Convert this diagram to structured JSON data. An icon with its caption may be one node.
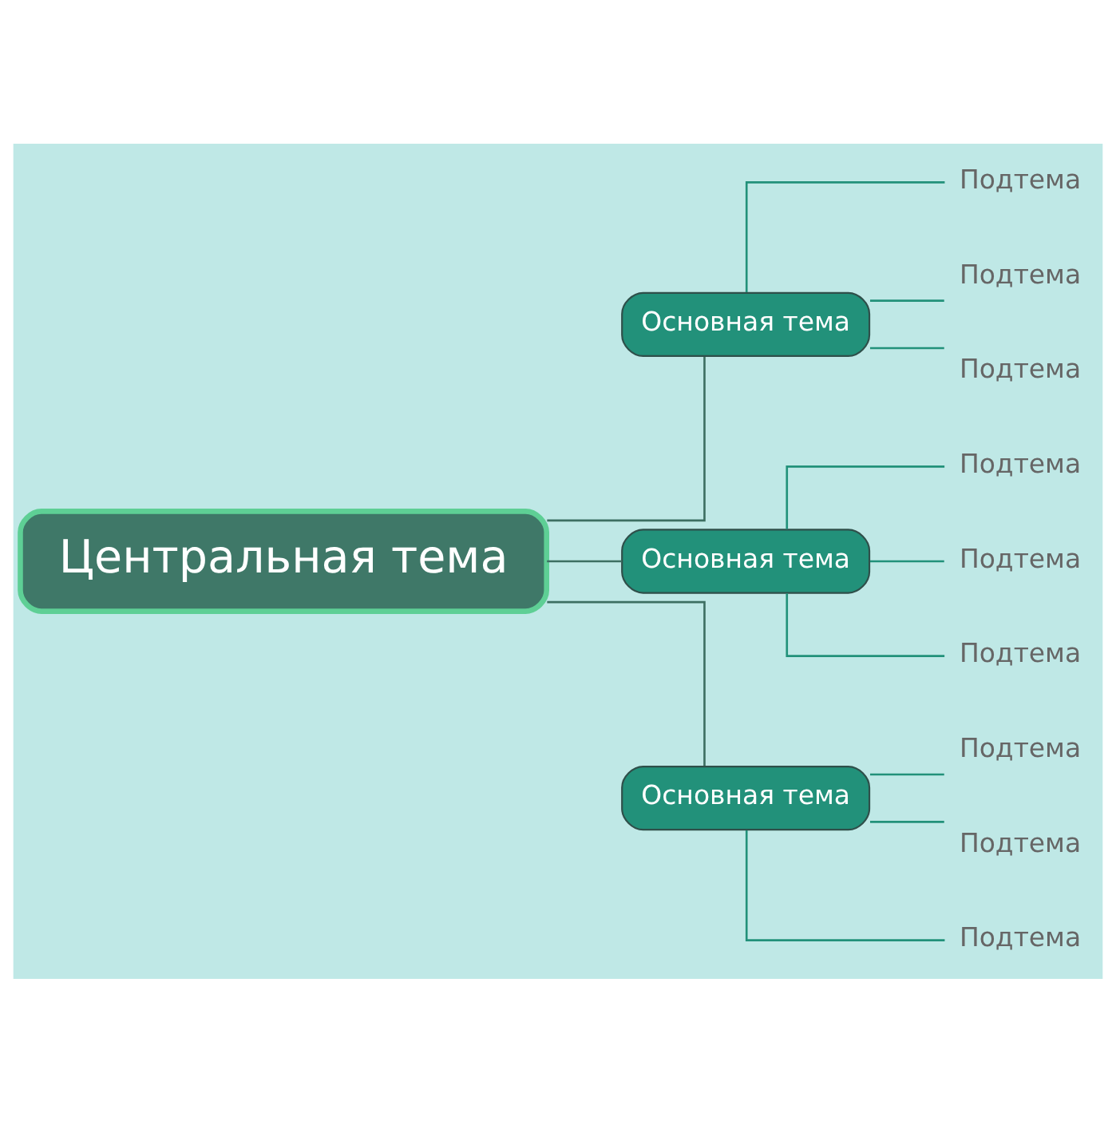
{
  "diagram": {
    "nodes": [
      {
        "text": [
          "Центральная тема"
        ]
      },
      {
        "text": [
          "Основная тема"
        ]
      },
      {
        "text": [
          "Основная тема"
        ]
      },
      {
        "text": [
          "Основная тема"
        ]
      },
      {
        "text": [
          "Подтема"
        ]
      },
      {
        "text": [
          "Подтема"
        ]
      },
      {
        "text": [
          "Подтема"
        ]
      },
      {
        "text": [
          "Подтема"
        ]
      },
      {
        "text": [
          "Подтема"
        ]
      },
      {
        "text": [
          "Подтема"
        ]
      },
      {
        "text": [
          "Подтема"
        ]
      },
      {
        "text": [
          "Подтема"
        ]
      },
      {
        "text": [
          "Подтема"
        ]
      }
    ],
    "edges": [
      {
        "from": 0,
        "to": 2,
        "arrow": "none",
        "color": "#3d6f62"
      },
      {
        "from": 0,
        "to": 1,
        "arrow": "none",
        "color": "#3d6f62"
      },
      {
        "from": 0,
        "to": 3,
        "arrow": "none",
        "color": "#3d6f62"
      },
      {
        "from": 1,
        "to": 4,
        "arrow": "none"
      },
      {
        "from": 1,
        "to": 5,
        "arrow": "none"
      },
      {
        "from": 1,
        "to": 6,
        "arrow": "none"
      },
      {
        "from": 2,
        "to": 7,
        "arrow": "none"
      },
      {
        "from": 2,
        "to": 8,
        "arrow": "none"
      },
      {
        "from": 2,
        "to": 9,
        "arrow": "none"
      },
      {
        "from": 3,
        "to": 10,
        "arrow": "none"
      },
      {
        "from": 3,
        "to": 11,
        "arrow": "none"
      },
      {
        "from": 3,
        "to": 12,
        "arrow": "none"
      }
    ]
  }
}
